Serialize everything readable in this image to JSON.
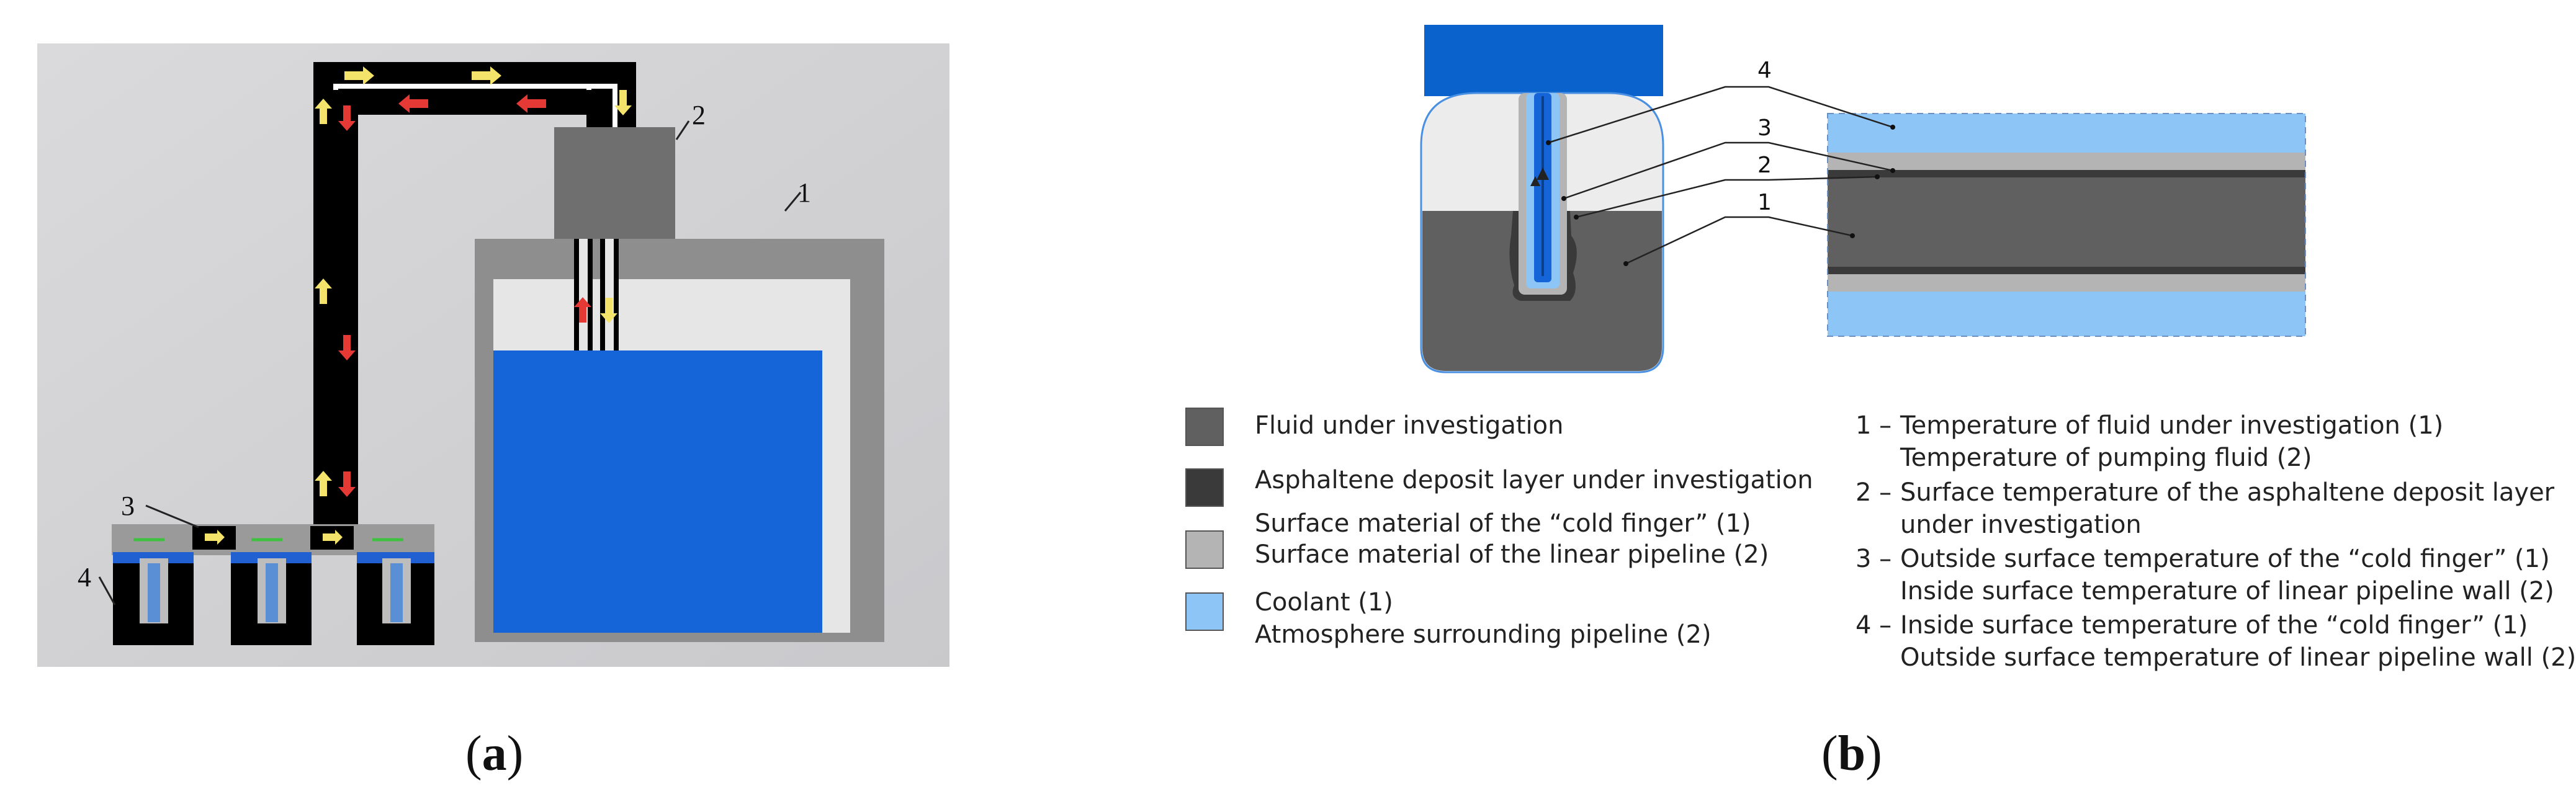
{
  "panel_a": {
    "callouts": [
      "1",
      "2",
      "3",
      "4"
    ],
    "caption": {
      "open": "(",
      "letter": "a",
      "close": ")"
    },
    "colors": {
      "background": "#d4d4d6",
      "tank_wall": "#8e8e8e",
      "tank_inner": "#e6e6e6",
      "liquid": "#1565d8",
      "pump": "#6f6f6f",
      "pipe": "#000000",
      "arrow_flow": "#f3e36a",
      "arrow_return": "#e53935"
    }
  },
  "panel_b": {
    "callouts": [
      "4",
      "3",
      "2",
      "1"
    ],
    "legend": [
      {
        "swatch": "#606060",
        "lines": [
          "Fluid under investigation"
        ]
      },
      {
        "swatch": "#3a3a3a",
        "lines": [
          "Asphaltene deposit layer under investigation"
        ]
      },
      {
        "swatch": "#b4b4b4",
        "lines": [
          "Surface material of the “cold finger” (1)",
          "Surface material of the linear pipeline (2)"
        ]
      },
      {
        "swatch": "#8ec5f7",
        "lines": [
          "Coolant (1)",
          "Atmosphere surrounding pipeline (2)"
        ]
      }
    ],
    "notes": [
      {
        "num": "1 –",
        "line1": "Temperature of fluid under investigation (1)",
        "line2": "Temperature of pumping fluid (2)"
      },
      {
        "num": "2 –",
        "line1": "Surface temperature of the asphaltene deposit layer",
        "line2": "under investigation"
      },
      {
        "num": "3 –",
        "line1": "Outside surface temperature of the “cold finger” (1)",
        "line2": "Inside surface temperature of linear pipeline wall (2)"
      },
      {
        "num": "4 –",
        "line1": "Inside surface temperature of the “cold finger” (1)",
        "line2": "Outside surface temperature of linear pipeline wall (2)"
      }
    ],
    "caption": {
      "open": "(",
      "letter": "b",
      "close": ")"
    }
  }
}
